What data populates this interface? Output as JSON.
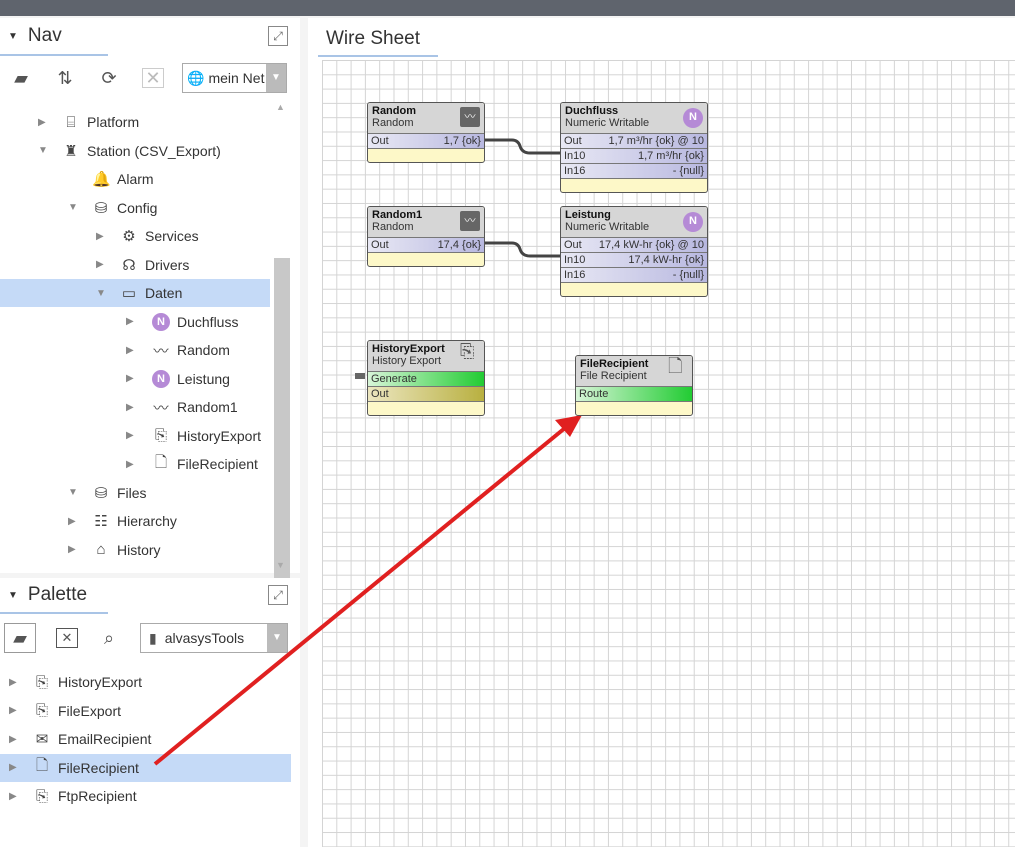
{
  "nav": {
    "title": "Nav",
    "network": "mein Net",
    "tree": [
      {
        "label": "Platform",
        "icon": "platform-icon"
      },
      {
        "label": "Station (CSV_Export)",
        "icon": "station-icon"
      },
      {
        "label": "Alarm",
        "icon": "bell-icon"
      },
      {
        "label": "Config",
        "icon": "database-icon"
      },
      {
        "label": "Services",
        "icon": "services-icon"
      },
      {
        "label": "Drivers",
        "icon": "drivers-icon"
      },
      {
        "label": "Daten",
        "icon": "folder-icon"
      },
      {
        "label": "Duchfluss",
        "icon": "numeric-icon"
      },
      {
        "label": "Random",
        "icon": "chart-icon"
      },
      {
        "label": "Leistung",
        "icon": "numeric-icon"
      },
      {
        "label": "Random1",
        "icon": "chart-icon"
      },
      {
        "label": "HistoryExport",
        "icon": "export-icon"
      },
      {
        "label": "FileRecipient",
        "icon": "file-icon"
      },
      {
        "label": "Files",
        "icon": "files-icon"
      },
      {
        "label": "Hierarchy",
        "icon": "hierarchy-icon"
      },
      {
        "label": "History",
        "icon": "history-icon"
      }
    ]
  },
  "palette": {
    "title": "Palette",
    "module": "alvasysTools",
    "items": [
      {
        "label": "HistoryExport"
      },
      {
        "label": "FileExport"
      },
      {
        "label": "EmailRecipient"
      },
      {
        "label": "FileRecipient"
      },
      {
        "label": "FtpRecipient"
      }
    ]
  },
  "sheet": {
    "tab": "Wire Sheet",
    "blocks": {
      "random": {
        "name": "Random",
        "type": "Random",
        "out_label": "Out",
        "out": "1,7 {ok}"
      },
      "duchfluss": {
        "name": "Duchfluss",
        "type": "Numeric Writable",
        "n": "N",
        "slots": [
          [
            "Out",
            "1,7 m³/hr {ok} @ 10"
          ],
          [
            "In10",
            "1,7 m³/hr {ok}"
          ],
          [
            "In16",
            "- {null}"
          ]
        ]
      },
      "random1": {
        "name": "Random1",
        "type": "Random",
        "out_label": "Out",
        "out": "17,4 {ok}"
      },
      "leistung": {
        "name": "Leistung",
        "type": "Numeric Writable",
        "n": "N",
        "slots": [
          [
            "Out",
            "17,4 kW-hr {ok} @ 10"
          ],
          [
            "In10",
            "17,4 kW-hr {ok}"
          ],
          [
            "In16",
            "- {null}"
          ]
        ]
      },
      "historyexport": {
        "name": "HistoryExport",
        "type": "History Export",
        "slots": [
          "Generate",
          "Out"
        ]
      },
      "filerecipient": {
        "name": "FileRecipient",
        "type": "File Recipient",
        "slots": [
          "Route"
        ]
      }
    }
  },
  "colors": {
    "accent": "#a9c4e6",
    "selection": "#c5daf7",
    "arrow": "#e02020"
  }
}
